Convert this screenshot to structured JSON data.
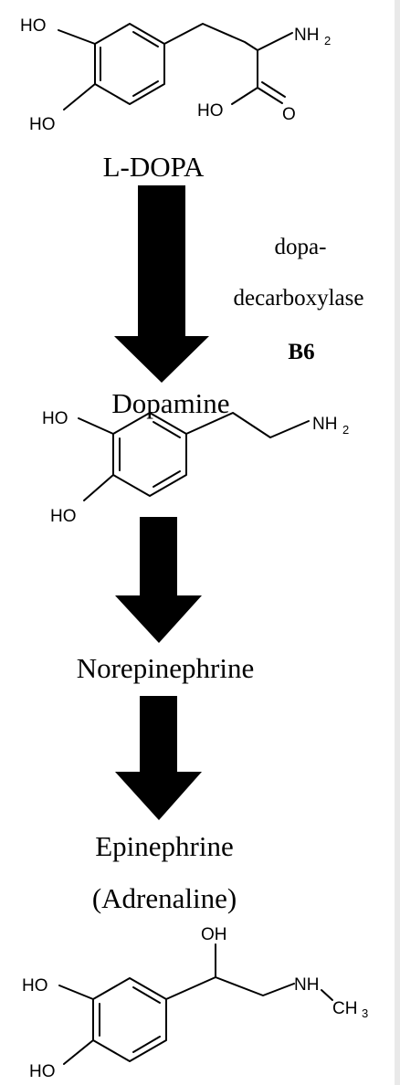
{
  "molecules": {
    "ldopa": {
      "name": "L-DOPA",
      "groups": {
        "ho_top": "HO",
        "ho_bottom": "HO",
        "nh": "NH",
        "nh_sub": "2",
        "acid_oh": "HO",
        "acid_o": "O"
      }
    },
    "dopamine": {
      "name": "Dopamine",
      "groups": {
        "ho_top": "HO",
        "ho_bottom": "HO",
        "nh": "NH",
        "nh_sub": "2"
      }
    },
    "norepinephrine": {
      "name": "Norepinephrine"
    },
    "epinephrine": {
      "name": "Epinephrine",
      "alt_name": "(Adrenaline)",
      "groups": {
        "oh": "OH",
        "ho_top": "HO",
        "ho_bottom": "HO",
        "nh": "NH",
        "ch": "CH",
        "ch_sub": "3"
      }
    }
  },
  "enzyme": {
    "line1": "dopa-",
    "line2": "decarboxylase",
    "cofactor": "B6"
  },
  "colors": {
    "ink": "#000000",
    "background": "#ffffff",
    "edge": "#e9e9e9"
  }
}
